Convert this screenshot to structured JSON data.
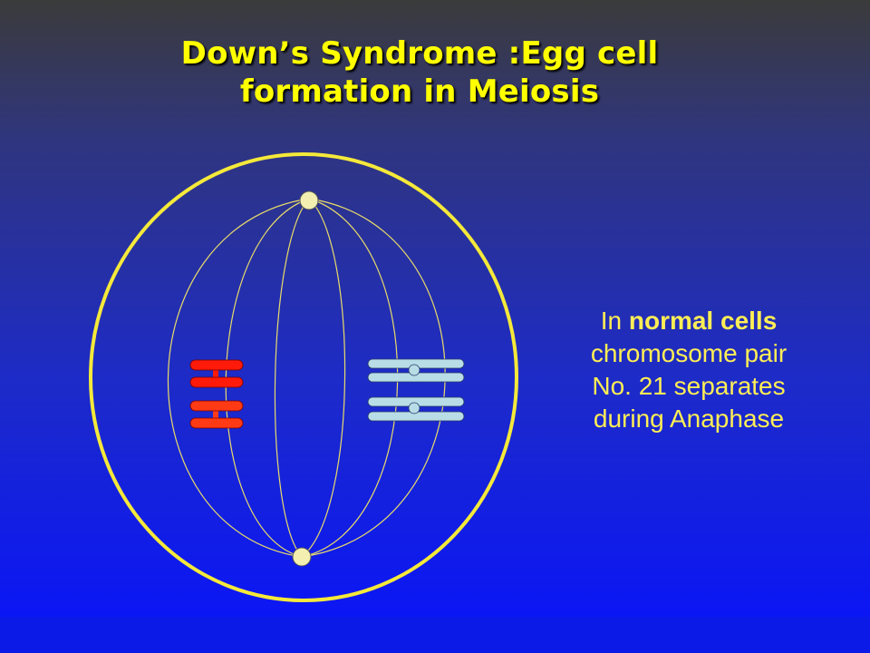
{
  "slide": {
    "title_line1": "Down’s Syndrome :Egg cell",
    "title_line2": "formation in Meiosis",
    "caption": {
      "prefix": "In ",
      "bold": "normal cells",
      "line2": "chromosome pair",
      "line3": "No. 21 separates",
      "line4": "during  Anaphase"
    }
  },
  "colors": {
    "text_yellow": "#ffff00",
    "caption_yellow": "#ffee55",
    "cell_outline": "#f5e93a",
    "spindle": "#e8dc6a",
    "centrosome": "#f2efb0",
    "chromosome_red": "#ff1a0a",
    "chromosome_light_blue": "#b8dde6"
  }
}
